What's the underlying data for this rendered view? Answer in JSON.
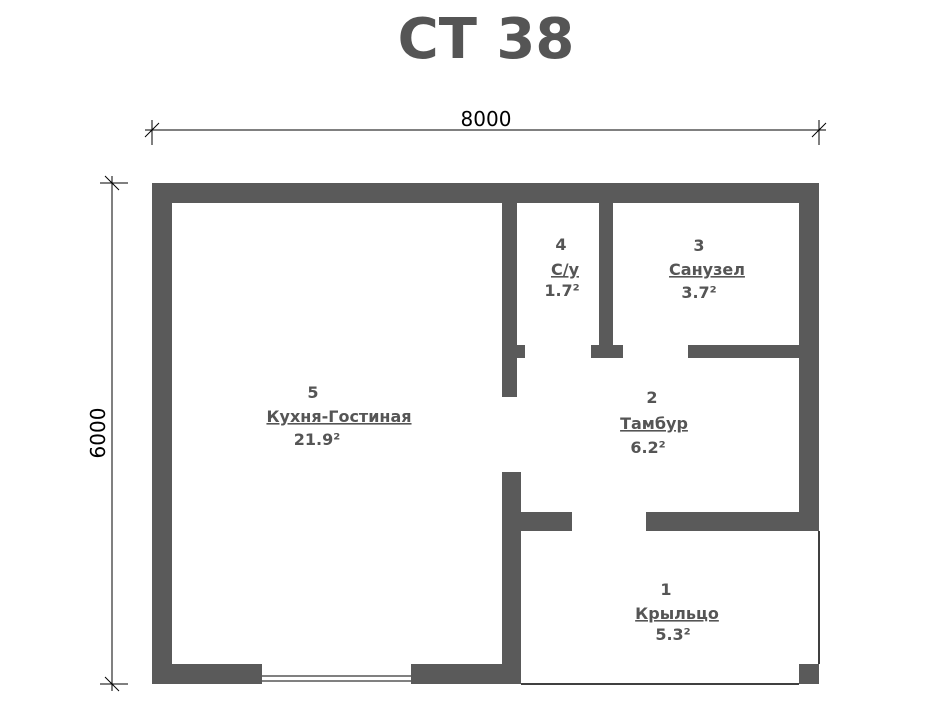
{
  "title": "СТ 38",
  "dimensions": {
    "width": "8000",
    "height": "6000"
  },
  "rooms": [
    {
      "number": "1",
      "name": "Крыльцо",
      "area": "5.3²"
    },
    {
      "number": "2",
      "name": "Тамбур",
      "area": "6.2²"
    },
    {
      "number": "3",
      "name": "Санузел",
      "area": "3.7²"
    },
    {
      "number": "4",
      "name": "С/у",
      "area": "1.7²"
    },
    {
      "number": "5",
      "name": "Кухня-Гостиная",
      "area": "21.9²"
    }
  ],
  "colors": {
    "wall": "#5a5a5a",
    "text": "#555555"
  }
}
